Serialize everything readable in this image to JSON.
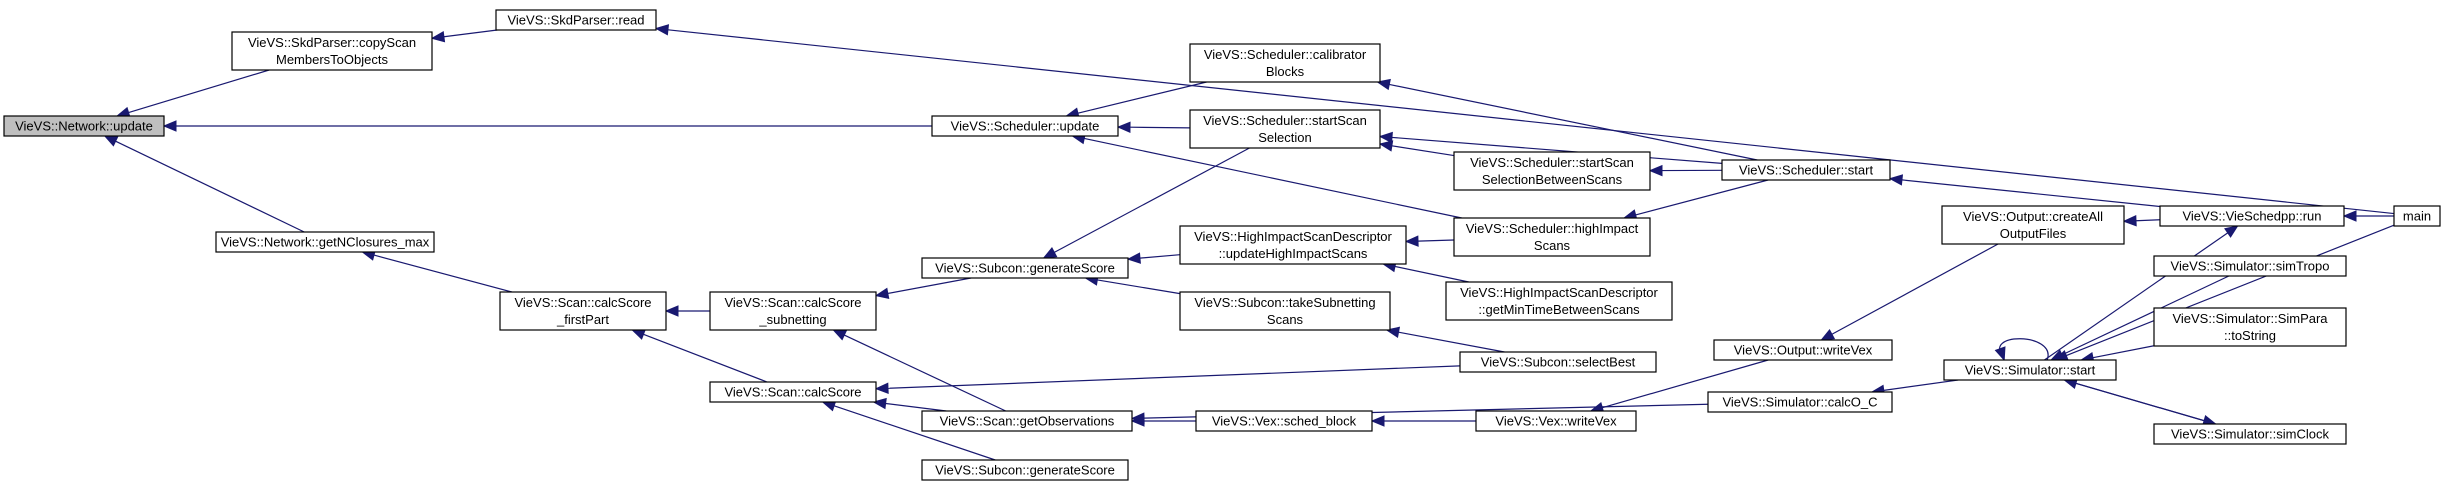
{
  "graph": {
    "edge_color": "#191970",
    "current_node_fill": "#bfbfbf",
    "nodes": [
      {
        "id": "network_update",
        "lines": [
          "VieVS::Network::update"
        ],
        "current": true
      },
      {
        "id": "skdparser_copy",
        "lines": [
          "VieVS::SkdParser::copyScan",
          "MembersToObjects"
        ]
      },
      {
        "id": "skdparser_read",
        "lines": [
          "VieVS::SkdParser::read"
        ]
      },
      {
        "id": "network_getnclosures",
        "lines": [
          "VieVS::Network::getNClosures_max"
        ]
      },
      {
        "id": "scan_calcscore_firstpart",
        "lines": [
          "VieVS::Scan::calcScore",
          "_firstPart"
        ]
      },
      {
        "id": "scan_calcscore_subnetting",
        "lines": [
          "VieVS::Scan::calcScore",
          "_subnetting"
        ]
      },
      {
        "id": "scan_calcscore",
        "lines": [
          "VieVS::Scan::calcScore"
        ]
      },
      {
        "id": "scheduler_update",
        "lines": [
          "VieVS::Scheduler::update"
        ]
      },
      {
        "id": "subcon_generatescore",
        "lines": [
          "VieVS::Subcon::generateScore"
        ]
      },
      {
        "id": "scan_getobservations",
        "lines": [
          "VieVS::Scan::getObservations"
        ]
      },
      {
        "id": "subcon_generatescore2",
        "lines": [
          "VieVS::Subcon::generateScore"
        ]
      },
      {
        "id": "scheduler_calibrator",
        "lines": [
          "VieVS::Scheduler::calibrator",
          "Blocks"
        ]
      },
      {
        "id": "scheduler_startscansel",
        "lines": [
          "VieVS::Scheduler::startScan",
          "Selection"
        ]
      },
      {
        "id": "hisd_update",
        "lines": [
          "VieVS::HighImpactScanDescriptor",
          "::updateHighImpactScans"
        ]
      },
      {
        "id": "subcon_takesubnetting",
        "lines": [
          "VieVS::Subcon::takeSubnetting",
          "Scans"
        ]
      },
      {
        "id": "vex_sched_block",
        "lines": [
          "VieVS::Vex::sched_block"
        ]
      },
      {
        "id": "scheduler_startscanselbetween",
        "lines": [
          "VieVS::Scheduler::startScan",
          "SelectionBetweenScans"
        ]
      },
      {
        "id": "scheduler_highimpact",
        "lines": [
          "VieVS::Scheduler::highImpact",
          "Scans"
        ]
      },
      {
        "id": "hisd_getmintime",
        "lines": [
          "VieVS::HighImpactScanDescriptor",
          "::getMinTimeBetweenScans"
        ]
      },
      {
        "id": "subcon_selectbest",
        "lines": [
          "VieVS::Subcon::selectBest"
        ]
      },
      {
        "id": "vex_writevex",
        "lines": [
          "VieVS::Vex::writeVex"
        ]
      },
      {
        "id": "scheduler_start",
        "lines": [
          "VieVS::Scheduler::start"
        ]
      },
      {
        "id": "output_writevex",
        "lines": [
          "VieVS::Output::writeVex"
        ]
      },
      {
        "id": "simulator_calcoc",
        "lines": [
          "VieVS::Simulator::calcO_C"
        ]
      },
      {
        "id": "output_createall",
        "lines": [
          "VieVS::Output::createAll",
          "OutputFiles"
        ]
      },
      {
        "id": "simulator_start",
        "lines": [
          "VieVS::Simulator::start"
        ]
      },
      {
        "id": "vieschedpp_run",
        "lines": [
          "VieVS::VieSchedpp::run"
        ]
      },
      {
        "id": "simulator_simtropo",
        "lines": [
          "VieVS::Simulator::simTropo"
        ]
      },
      {
        "id": "simulator_simpara_tostring",
        "lines": [
          "VieVS::Simulator::SimPara",
          "::toString"
        ]
      },
      {
        "id": "simulator_simclock",
        "lines": [
          "VieVS::Simulator::simClock"
        ]
      },
      {
        "id": "main",
        "lines": [
          "main"
        ]
      }
    ],
    "edges": [
      {
        "from": "skdparser_copy",
        "to": "network_update"
      },
      {
        "from": "skdparser_read",
        "to": "skdparser_copy"
      },
      {
        "from": "main",
        "to": "skdparser_read"
      },
      {
        "from": "scheduler_update",
        "to": "network_update"
      },
      {
        "from": "network_getnclosures",
        "to": "network_update"
      },
      {
        "from": "scan_calcscore_firstpart",
        "to": "network_getnclosures"
      },
      {
        "from": "scan_calcscore_subnetting",
        "to": "scan_calcscore_firstpart"
      },
      {
        "from": "scan_calcscore",
        "to": "scan_calcscore_firstpart"
      },
      {
        "from": "subcon_generatescore",
        "to": "scan_calcscore_subnetting"
      },
      {
        "from": "scan_getobservations",
        "to": "scan_calcscore_subnetting"
      },
      {
        "from": "scan_getobservations",
        "to": "scan_calcscore"
      },
      {
        "from": "subcon_generatescore2",
        "to": "scan_calcscore"
      },
      {
        "from": "subcon_selectbest",
        "to": "scan_calcscore"
      },
      {
        "from": "scheduler_calibrator",
        "to": "scheduler_update"
      },
      {
        "from": "scheduler_startscansel",
        "to": "scheduler_update"
      },
      {
        "from": "scheduler_highimpact",
        "to": "scheduler_update"
      },
      {
        "from": "scheduler_startscansel",
        "to": "subcon_generatescore"
      },
      {
        "from": "hisd_update",
        "to": "subcon_generatescore"
      },
      {
        "from": "subcon_takesubnetting",
        "to": "subcon_generatescore"
      },
      {
        "from": "vex_sched_block",
        "to": "scan_getobservations"
      },
      {
        "from": "simulator_calcoc",
        "to": "scan_getobservations"
      },
      {
        "from": "scheduler_highimpact",
        "to": "hisd_update"
      },
      {
        "from": "hisd_getmintime",
        "to": "hisd_update"
      },
      {
        "from": "subcon_selectbest",
        "to": "subcon_takesubnetting"
      },
      {
        "from": "vex_writevex",
        "to": "vex_sched_block"
      },
      {
        "from": "scheduler_startscanselbetween",
        "to": "scheduler_startscansel"
      },
      {
        "from": "scheduler_start",
        "to": "scheduler_startscansel"
      },
      {
        "from": "scheduler_start",
        "to": "scheduler_startscanselbetween"
      },
      {
        "from": "scheduler_start",
        "to": "scheduler_calibrator"
      },
      {
        "from": "scheduler_start",
        "to": "scheduler_highimpact"
      },
      {
        "from": "output_writevex",
        "to": "vex_writevex"
      },
      {
        "from": "output_createall",
        "to": "output_writevex"
      },
      {
        "from": "simulator_start",
        "to": "simulator_calcoc"
      },
      {
        "from": "vieschedpp_run",
        "to": "scheduler_start"
      },
      {
        "from": "vieschedpp_run",
        "to": "output_createall"
      },
      {
        "from": "simulator_start",
        "to": "vieschedpp_run"
      },
      {
        "from": "simulator_start",
        "to": "simulator_start"
      },
      {
        "from": "simulator_simtropo",
        "to": "simulator_start"
      },
      {
        "from": "simulator_simpara_tostring",
        "to": "simulator_start"
      },
      {
        "from": "simulator_simclock",
        "to": "simulator_start"
      },
      {
        "from": "simulator_start",
        "to": "simulator_simclock"
      },
      {
        "from": "main",
        "to": "vieschedpp_run"
      },
      {
        "from": "main",
        "to": "simulator_start"
      }
    ]
  }
}
